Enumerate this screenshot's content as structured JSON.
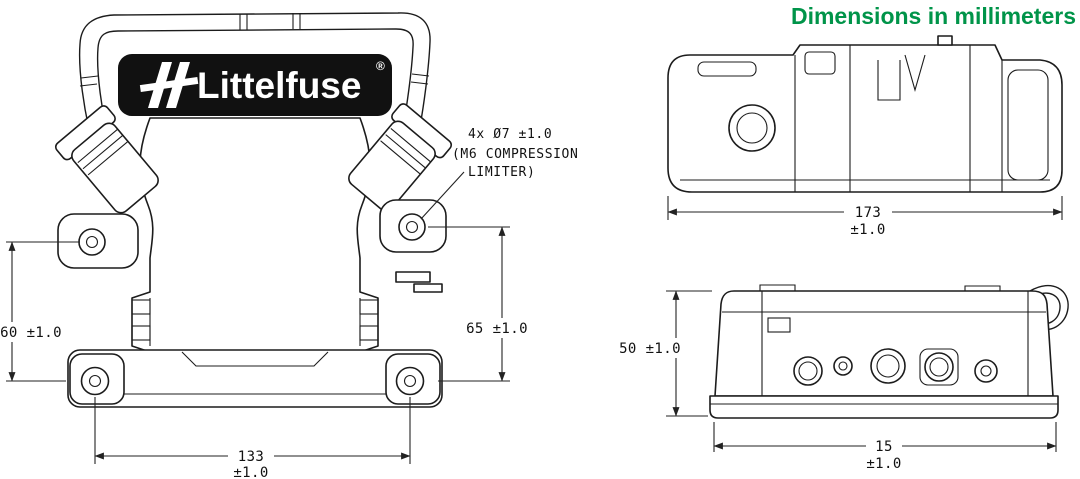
{
  "title": {
    "text": "Dimensions in millimeters",
    "color": "#009449"
  },
  "logo": {
    "brand": "Littelfuse",
    "registered": "®"
  },
  "front_view": {
    "callout": {
      "line1": "4x Ø7 ±1.0",
      "line2": "(M6 COMPRESSION",
      "line3": "LIMITER)"
    },
    "dim_height_left": "60 ±1.0",
    "dim_height_right": "65 ±1.0",
    "dim_width": "133",
    "dim_width_tol": "±1.0"
  },
  "top_view": {
    "dim_width": "173",
    "dim_width_tol": "±1.0"
  },
  "side_view": {
    "dim_height": "50 ±1.0",
    "dim_width": "15",
    "dim_width_tol": "±1.0"
  }
}
